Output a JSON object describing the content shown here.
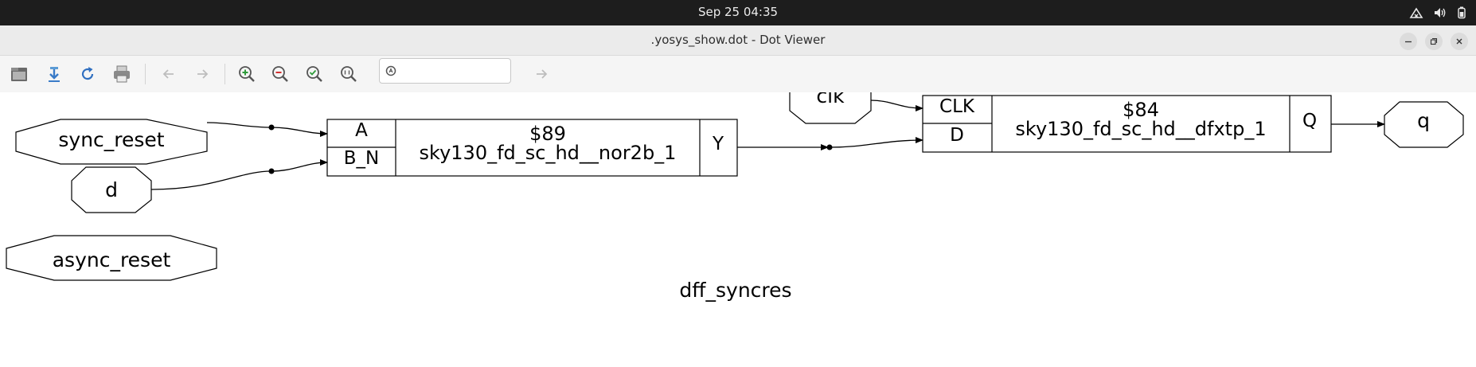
{
  "system_bar": {
    "datetime": "Sep 25  04:35"
  },
  "window": {
    "title": ".yosys_show.dot - Dot Viewer"
  },
  "toolbar": {
    "search_value": ""
  },
  "graph": {
    "ports": {
      "sync_reset": "sync_reset",
      "d": "d",
      "async_reset": "async_reset",
      "clk": "clk",
      "q": "q"
    },
    "cell_89": {
      "id": "$89",
      "type": "sky130_fd_sc_hd__nor2b_1",
      "in_a": "A",
      "in_bn": "B_N",
      "out_y": "Y"
    },
    "cell_84": {
      "id": "$84",
      "type": "sky130_fd_sc_hd__dfxtp_1",
      "in_clk": "CLK",
      "in_d": "D",
      "out_q": "Q"
    },
    "label": "dff_syncres"
  }
}
